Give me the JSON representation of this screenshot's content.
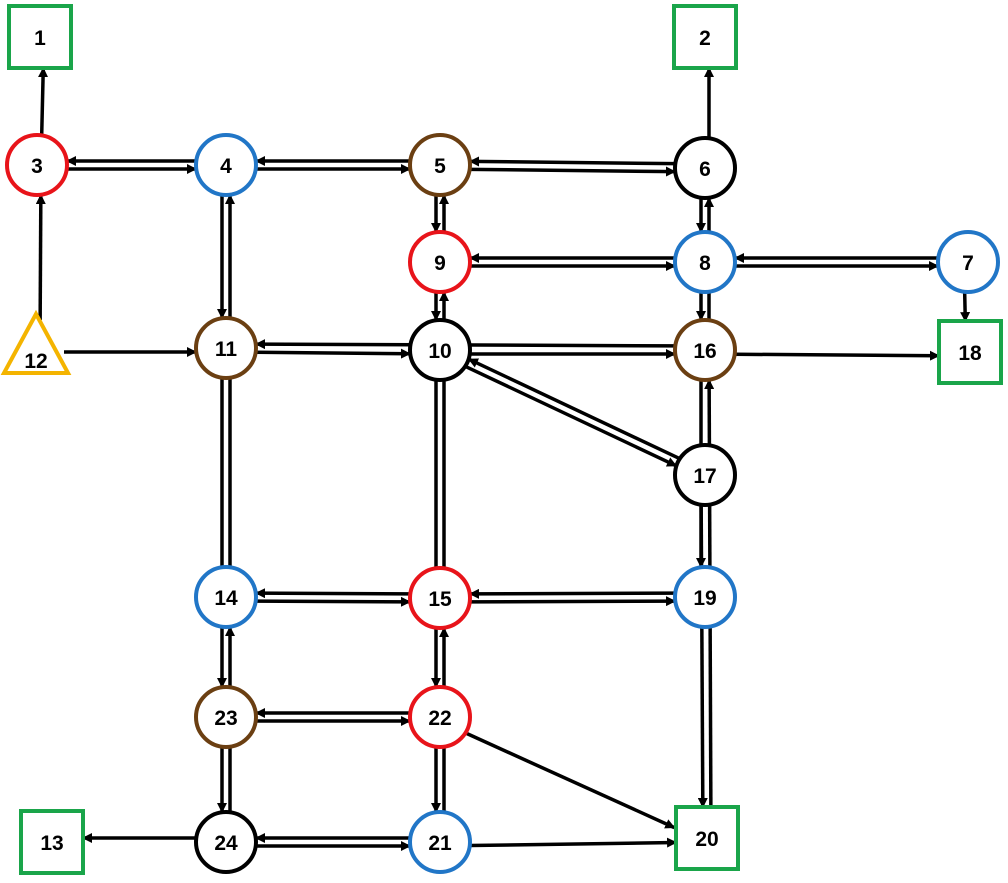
{
  "colors": {
    "edge": "#000000",
    "exit": "#1aa54a",
    "entrance": "#f4b400",
    "red": "#e8141a",
    "blue": "#2176c7",
    "brown": "#6b3f12",
    "black": "#000000"
  },
  "nodes": [
    {
      "id": "1",
      "label": "1",
      "shape": "square",
      "color": "exit"
    },
    {
      "id": "2",
      "label": "2",
      "shape": "square",
      "color": "exit"
    },
    {
      "id": "3",
      "label": "3",
      "shape": "circle",
      "color": "red"
    },
    {
      "id": "4",
      "label": "4",
      "shape": "circle",
      "color": "blue"
    },
    {
      "id": "5",
      "label": "5",
      "shape": "circle",
      "color": "brown"
    },
    {
      "id": "6",
      "label": "6",
      "shape": "circle",
      "color": "black"
    },
    {
      "id": "7",
      "label": "7",
      "shape": "circle",
      "color": "blue"
    },
    {
      "id": "8",
      "label": "8",
      "shape": "circle",
      "color": "blue"
    },
    {
      "id": "9",
      "label": "9",
      "shape": "circle",
      "color": "red"
    },
    {
      "id": "10",
      "label": "10",
      "shape": "circle",
      "color": "black"
    },
    {
      "id": "11",
      "label": "11",
      "shape": "circle",
      "color": "brown"
    },
    {
      "id": "12",
      "label": "12",
      "shape": "triangle",
      "color": "entrance"
    },
    {
      "id": "13",
      "label": "13",
      "shape": "square",
      "color": "exit"
    },
    {
      "id": "14",
      "label": "14",
      "shape": "circle",
      "color": "blue"
    },
    {
      "id": "15",
      "label": "15",
      "shape": "circle",
      "color": "red"
    },
    {
      "id": "16",
      "label": "16",
      "shape": "circle",
      "color": "brown"
    },
    {
      "id": "17",
      "label": "17",
      "shape": "circle",
      "color": "black"
    },
    {
      "id": "18",
      "label": "18",
      "shape": "square",
      "color": "exit"
    },
    {
      "id": "19",
      "label": "19",
      "shape": "circle",
      "color": "blue"
    },
    {
      "id": "20",
      "label": "20",
      "shape": "square",
      "color": "exit"
    },
    {
      "id": "21",
      "label": "21",
      "shape": "circle",
      "color": "blue"
    },
    {
      "id": "22",
      "label": "22",
      "shape": "circle",
      "color": "red"
    },
    {
      "id": "23",
      "label": "23",
      "shape": "circle",
      "color": "brown"
    },
    {
      "id": "24",
      "label": "24",
      "shape": "circle",
      "color": "black"
    }
  ],
  "edges": [
    [
      "3",
      "4"
    ],
    [
      "4",
      "5"
    ],
    [
      "5",
      "6"
    ],
    [
      "6",
      "5"
    ],
    [
      "5",
      "4"
    ],
    [
      "4",
      "3"
    ],
    [
      "3",
      "1"
    ],
    [
      "12",
      "3"
    ],
    [
      "6",
      "2"
    ],
    [
      "9",
      "8"
    ],
    [
      "8",
      "7"
    ],
    [
      "7",
      "8"
    ],
    [
      "8",
      "9"
    ],
    [
      "12",
      "11"
    ],
    [
      "11",
      "10"
    ],
    [
      "10",
      "16"
    ],
    [
      "16",
      "18"
    ],
    [
      "7",
      "18"
    ],
    [
      "16",
      "11"
    ],
    [
      "10",
      "17"
    ],
    [
      "17",
      "10"
    ],
    [
      "5",
      "9"
    ],
    [
      "9",
      "10"
    ],
    [
      "10",
      "22"
    ],
    [
      "22",
      "21"
    ],
    [
      "21",
      "15"
    ],
    [
      "15",
      "9"
    ],
    [
      "9",
      "5"
    ],
    [
      "4",
      "11"
    ],
    [
      "11",
      "23"
    ],
    [
      "23",
      "24"
    ],
    [
      "24",
      "14"
    ],
    [
      "14",
      "4"
    ],
    [
      "6",
      "8"
    ],
    [
      "8",
      "16"
    ],
    [
      "16",
      "19"
    ],
    [
      "16",
      "6"
    ],
    [
      "20",
      "16"
    ],
    [
      "17",
      "20"
    ],
    [
      "14",
      "15"
    ],
    [
      "15",
      "19"
    ],
    [
      "19",
      "15"
    ],
    [
      "15",
      "14"
    ],
    [
      "23",
      "22"
    ],
    [
      "22",
      "23"
    ],
    [
      "22",
      "20"
    ],
    [
      "24",
      "21"
    ],
    [
      "21",
      "20"
    ],
    [
      "21",
      "24"
    ],
    [
      "24",
      "13"
    ]
  ]
}
